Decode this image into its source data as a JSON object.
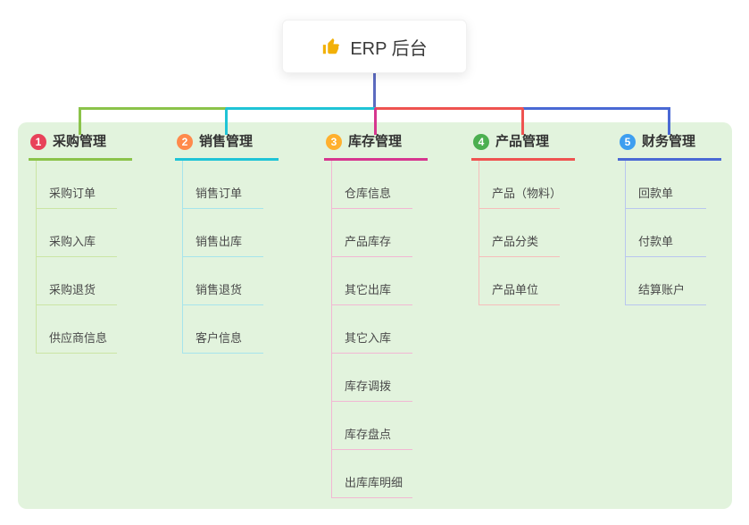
{
  "root": {
    "label": "ERP 后台",
    "icon": "thumbs-up-icon"
  },
  "colors": {
    "panel_bg": "#e2f3dd",
    "root_line": "#5c6bc0",
    "icon_gold": "#f2b007"
  },
  "branches": [
    {
      "badge": "1",
      "label": "采购管理",
      "line_color": "#8bc34a",
      "badge_color": "#e8425a",
      "child_line_color": "#cbe5a4",
      "children": [
        "采购订单",
        "采购入库",
        "采购退货",
        "供应商信息"
      ]
    },
    {
      "badge": "2",
      "label": "销售管理",
      "line_color": "#1fc4d6",
      "badge_color": "#ff8a4c",
      "child_line_color": "#a6e4ec",
      "children": [
        "销售订单",
        "销售出库",
        "销售退货",
        "客户信息"
      ]
    },
    {
      "badge": "3",
      "label": "库存管理",
      "line_color": "#d6368f",
      "badge_color": "#ffb02e",
      "child_line_color": "#f2b7d3",
      "children": [
        "仓库信息",
        "产品库存",
        "其它出库",
        "其它入库",
        "库存调拨",
        "库存盘点",
        "出库库明细"
      ]
    },
    {
      "badge": "4",
      "label": "产品管理",
      "line_color": "#ef5350",
      "badge_color": "#4caf50",
      "child_line_color": "#f6bdbb",
      "children": [
        "产品（物料）",
        "产品分类",
        "产品单位"
      ]
    },
    {
      "badge": "5",
      "label": "财务管理",
      "line_color": "#4a69d4",
      "badge_color": "#3d9ef0",
      "child_line_color": "#b9c6ef",
      "children": [
        "回款单",
        "付款单",
        "结算账户"
      ]
    }
  ]
}
